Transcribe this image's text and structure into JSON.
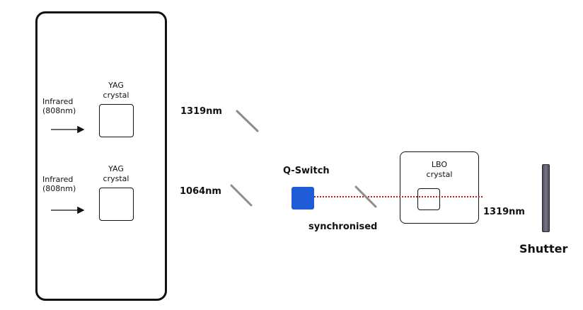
{
  "labels": {
    "yag_top": "YAG\ncrystal",
    "yag_bottom": "YAG\ncrystal",
    "infrared_top": "Infrared\n(808nm)",
    "infrared_bottom": "Infrared\n(808nm)",
    "wl_1319_top": "1319nm",
    "wl_1064": "1064nm",
    "qswitch": "Q-Switch",
    "synchronised": "synchronised",
    "lbo": "LBO\ncrystal",
    "wl_1319_out": "1319nm",
    "shutter": "Shutter"
  },
  "colors": {
    "qswitch_fill": "#1f5bd6",
    "beam": "#cc1a1a",
    "mirror": "#8c8c8c",
    "outline": "#111111"
  }
}
